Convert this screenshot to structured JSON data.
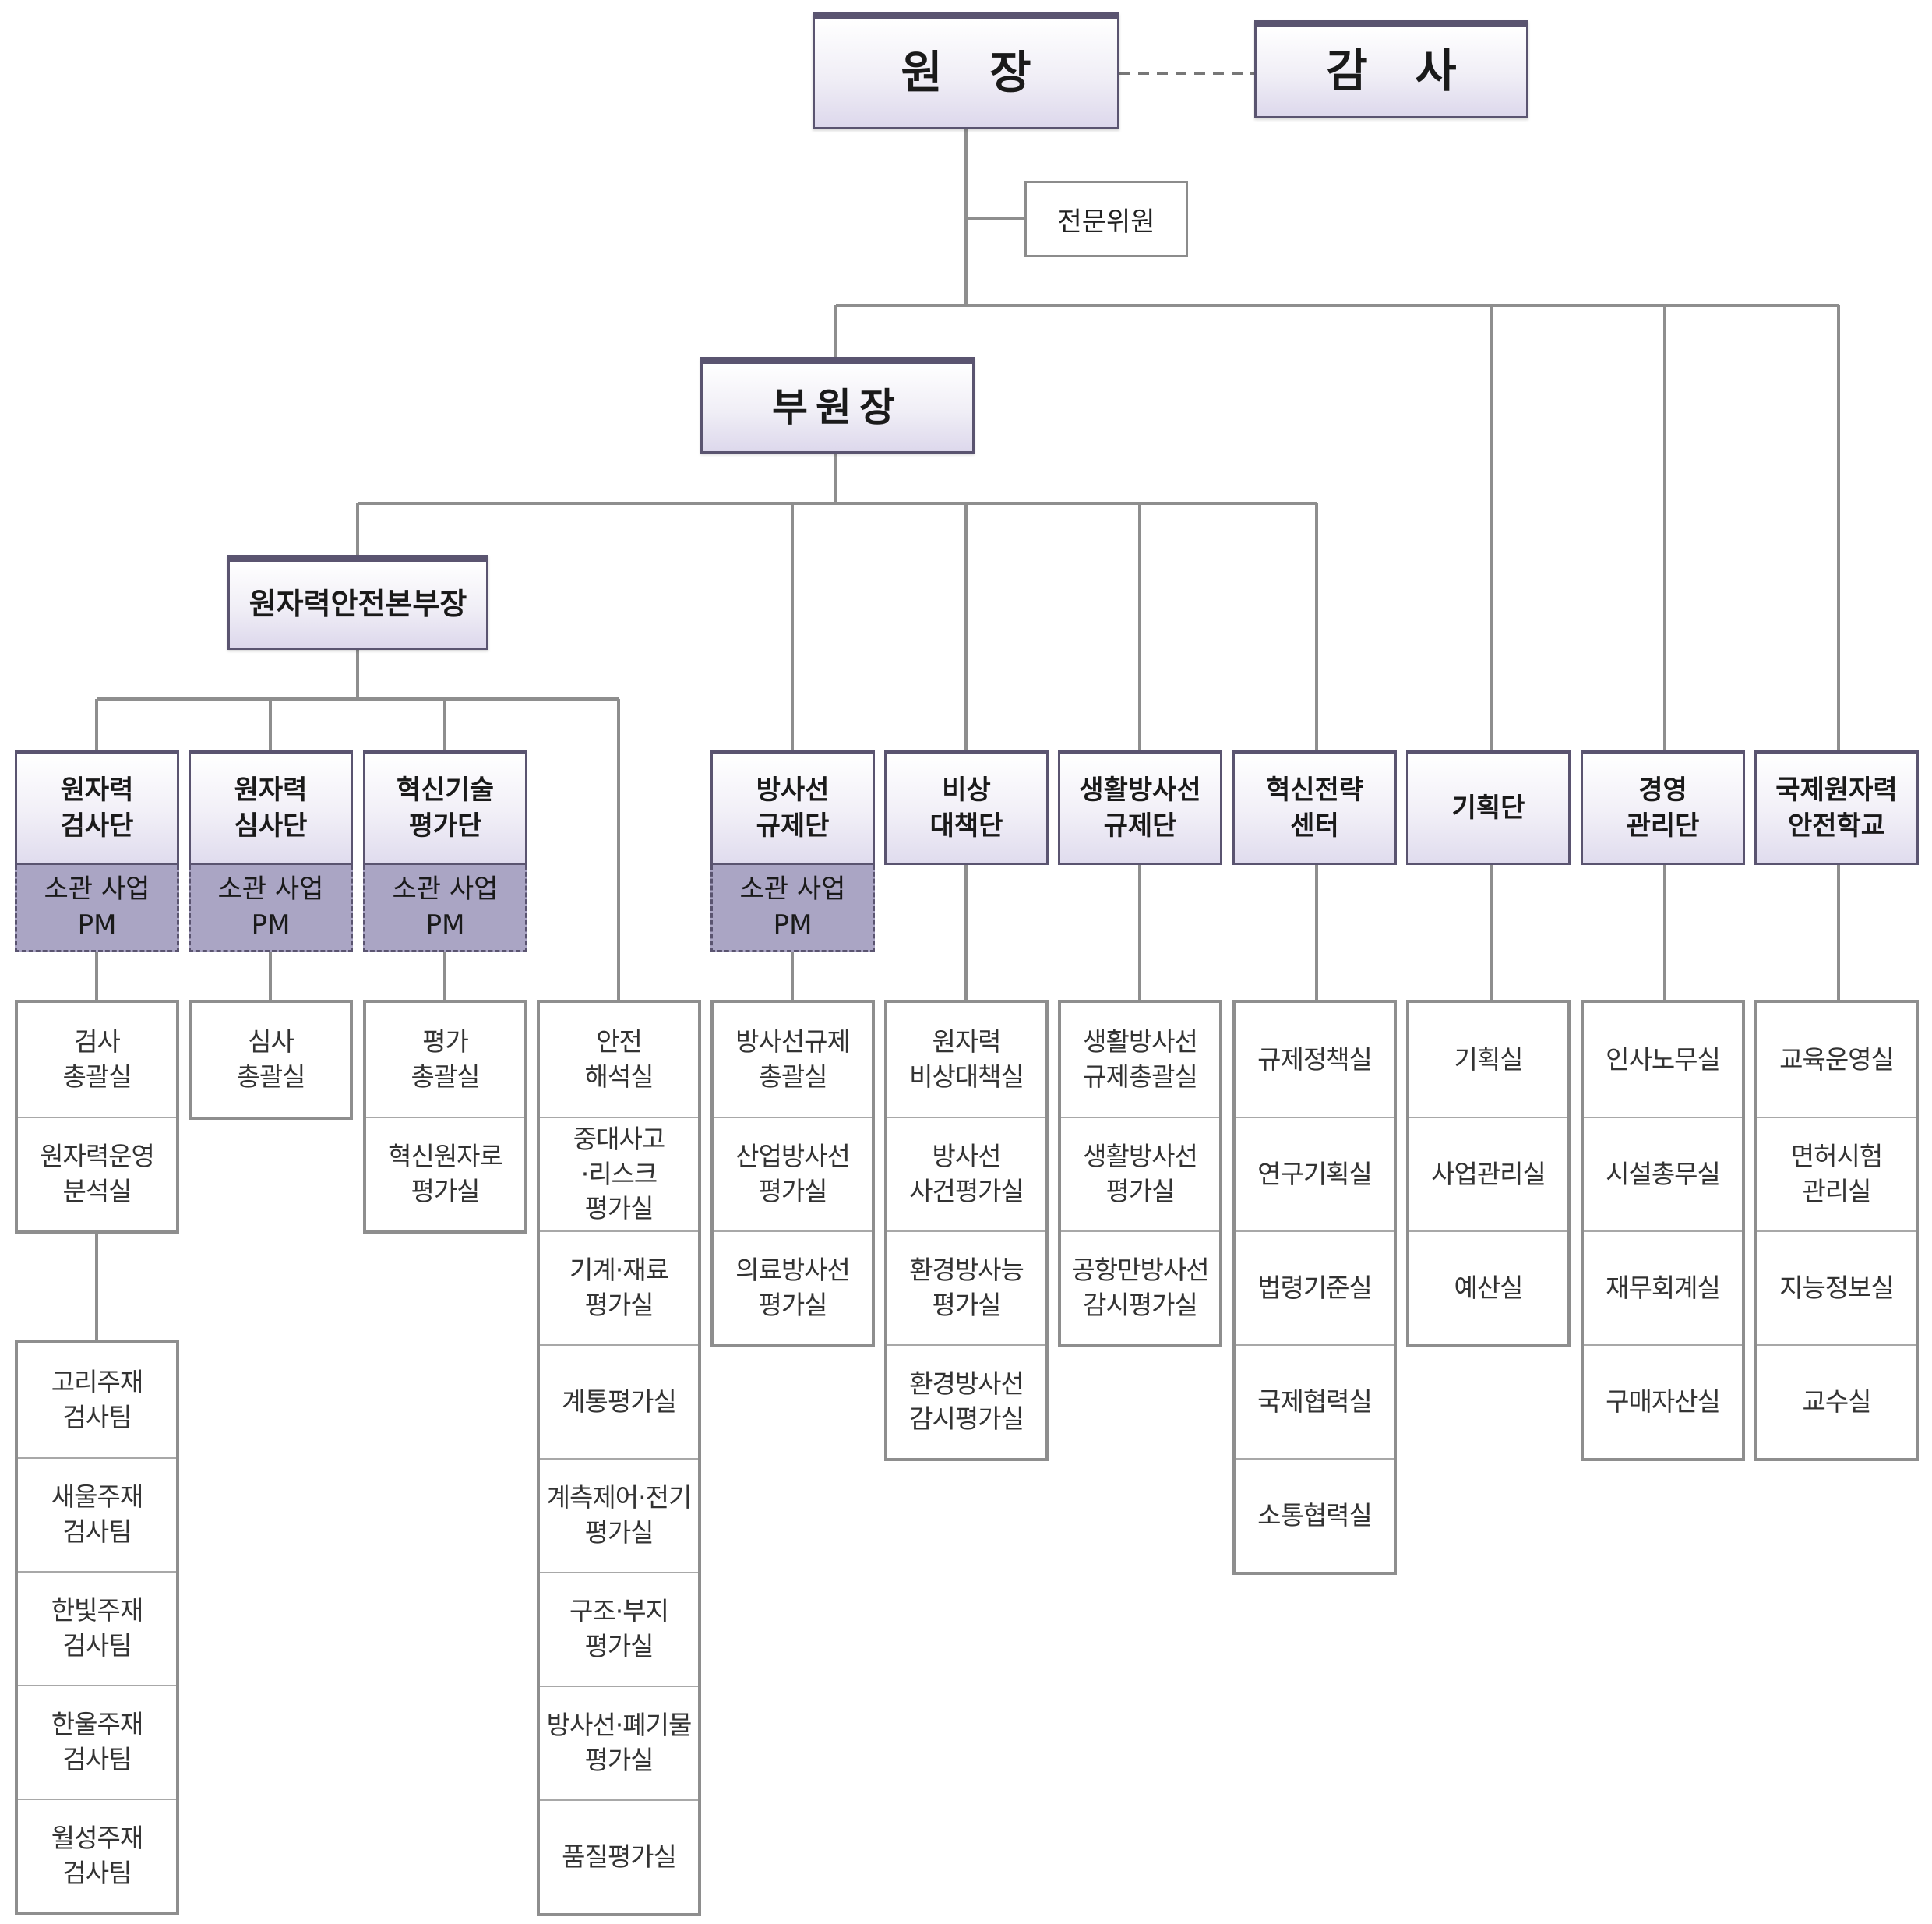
{
  "top": {
    "director": "원   장",
    "auditor": "감   사",
    "advisor": "전문위원",
    "vice_director": "부원장",
    "hq": "원자력안전본부장"
  },
  "units": [
    {
      "name": "원자력\n검사단",
      "pm": "소관 사업\nPM",
      "offices": [
        "검사\n총괄실",
        "원자력운영\n분석실"
      ]
    },
    {
      "name": "원자력\n심사단",
      "pm": "소관 사업\nPM",
      "offices": [
        "심사\n총괄실"
      ]
    },
    {
      "name": "혁신기술\n평가단",
      "pm": "소관 사업\nPM",
      "offices": [
        "평가\n총괄실",
        "혁신원자로\n평가실"
      ]
    },
    {
      "name": "",
      "offices": [
        "안전\n해석실",
        "중대사고\n·리스크\n평가실",
        "기계·재료\n평가실",
        "계통평가실",
        "계측제어·전기\n평가실",
        "구조·부지\n평가실",
        "방사선·폐기물\n평가실",
        "품질평가실"
      ]
    },
    {
      "name": "방사선\n규제단",
      "pm": "소관 사업\nPM",
      "offices": [
        "방사선규제\n총괄실",
        "산업방사선\n평가실",
        "의료방사선\n평가실"
      ]
    },
    {
      "name": "비상\n대책단",
      "offices": [
        "원자력\n비상대책실",
        "방사선\n사건평가실",
        "환경방사능\n평가실",
        "환경방사선\n감시평가실"
      ]
    },
    {
      "name": "생활방사선\n규제단",
      "offices": [
        "생활방사선\n규제총괄실",
        "생활방사선\n평가실",
        "공항만방사선\n감시평가실"
      ]
    },
    {
      "name": "혁신전략\n센터",
      "offices": [
        "규제정책실",
        "연구기획실",
        "법령기준실",
        "국제협력실",
        "소통협력실"
      ]
    },
    {
      "name": "기획단",
      "offices": [
        "기획실",
        "사업관리실",
        "예산실"
      ]
    },
    {
      "name": "경영\n관리단",
      "offices": [
        "인사노무실",
        "시설총무실",
        "재무회계실",
        "구매자산실"
      ]
    },
    {
      "name": "국제원자력\n안전학교",
      "offices": [
        "교육운영실",
        "면허시험\n관리실",
        "지능정보실",
        "교수실"
      ]
    }
  ],
  "inspection_teams": [
    "고리주재\n검사팀",
    "새울주재\n검사팀",
    "한빛주재\n검사팀",
    "한울주재\n검사팀",
    "월성주재\n검사팀"
  ]
}
